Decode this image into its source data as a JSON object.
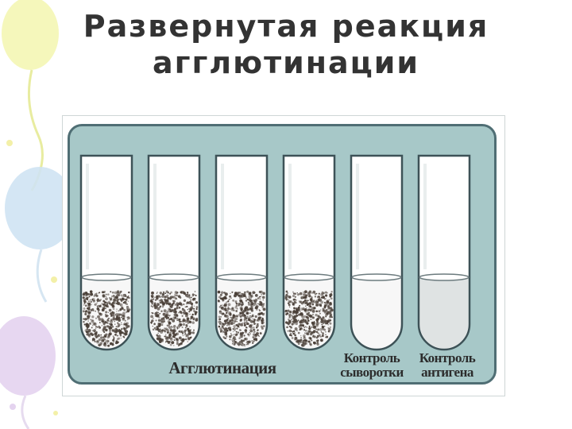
{
  "slide": {
    "title_line1": "Развернутая реакция",
    "title_line2": "агглютинации"
  },
  "figure": {
    "tubes": [
      {
        "id": "tube-1",
        "content": "sediment"
      },
      {
        "id": "tube-2",
        "content": "sediment"
      },
      {
        "id": "tube-3",
        "content": "sediment"
      },
      {
        "id": "tube-4",
        "content": "sediment"
      },
      {
        "id": "tube-5",
        "content": "clear"
      },
      {
        "id": "tube-6",
        "content": "turbid"
      }
    ],
    "label_agglutination": "Агглютинация",
    "label_serum_control_line1": "Контроль",
    "label_serum_control_line2": "сыворотки",
    "label_antigen_control_line1": "Контроль",
    "label_antigen_control_line2": "антигена"
  },
  "colors": {
    "panel_background": "#a7c8c8",
    "panel_border": "#4f6e74",
    "sediment": "#4a4038",
    "title_text": "#333333"
  }
}
